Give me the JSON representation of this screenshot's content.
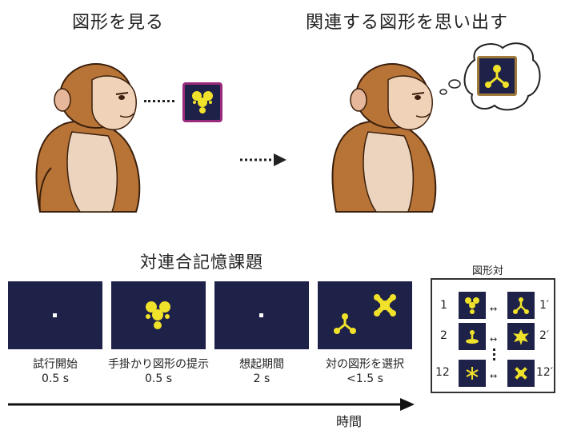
{
  "top": {
    "left_title": "図形を見る",
    "right_title": "関連する図形を思い出す"
  },
  "task_title": "対連合記憶課題",
  "stages": [
    {
      "label": "試行開始",
      "time": "0.5 s"
    },
    {
      "label": "手掛かり図形の提示",
      "time": "0.5 s"
    },
    {
      "label": "想起期間",
      "time": "2 s"
    },
    {
      "label": "対の図形を選択",
      "time": "<1.5 s"
    }
  ],
  "time_axis_label": "時間",
  "pairs": {
    "title": "図形対",
    "rows": [
      {
        "left": "1",
        "right": "1′"
      },
      {
        "left": "2",
        "right": "2′"
      },
      {
        "left": "12",
        "right": "12′"
      }
    ]
  },
  "colors": {
    "screen": "#1e2148",
    "figure": "#f0e22a",
    "monkey_fur": "#b87436",
    "monkey_chest": "#ecd4bf",
    "cue_frame": "#9a2a7c",
    "thought_frame": "#a07a3a"
  }
}
